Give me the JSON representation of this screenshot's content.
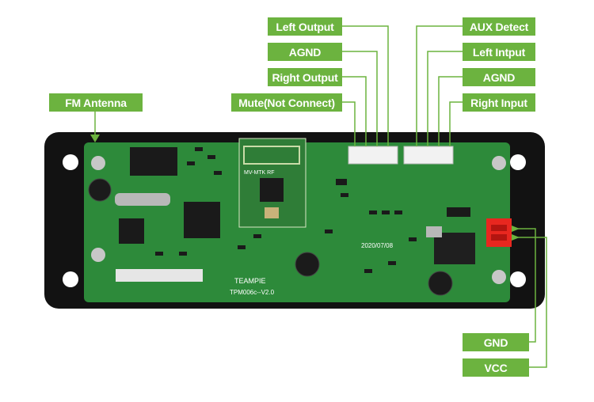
{
  "labels": {
    "left_output": "Left Output",
    "agnd_left": "AGND",
    "right_output": "Right Output",
    "mute": "Mute(Not Connect)",
    "fm_antenna": "FM Antenna",
    "aux_detect": "AUX Detect",
    "left_input": "Left Intput",
    "agnd_right": "AGND",
    "right_input": "Right Input",
    "gnd": "GND",
    "vcc": "VCC"
  },
  "board": {
    "brand": "TEAMPIE",
    "model": "TPM006c--V2.0",
    "date": "2020/07/08",
    "bt_module": "MV-MTK RF"
  },
  "colors": {
    "label_bg": "#6cb33f",
    "pcb": "#2d8a3a",
    "bezel": "#111111",
    "connector_red": "#e8271f"
  }
}
